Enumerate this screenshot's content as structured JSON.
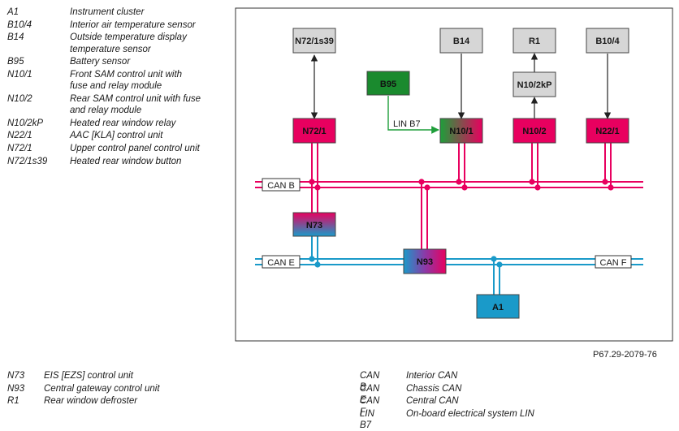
{
  "legend_top": [
    {
      "code": "A1",
      "desc": [
        "Instrument cluster"
      ]
    },
    {
      "code": "B10/4",
      "desc": [
        "Interior air temperature sensor"
      ]
    },
    {
      "code": "B14",
      "desc": [
        "Outside temperature display",
        "temperature sensor"
      ]
    },
    {
      "code": "B95",
      "desc": [
        "Battery sensor"
      ]
    },
    {
      "code": "N10/1",
      "desc": [
        "Front SAM control unit with",
        "fuse and relay module"
      ]
    },
    {
      "code": "N10/2",
      "desc": [
        "Rear SAM control unit with fuse",
        "and relay module"
      ]
    },
    {
      "code": "N10/2kP",
      "desc": [
        "Heated rear window relay"
      ]
    },
    {
      "code": "N22/1",
      "desc": [
        "AAC [KLA] control unit"
      ]
    },
    {
      "code": "N72/1",
      "desc": [
        "Upper control panel control unit"
      ]
    },
    {
      "code": "N72/1s39",
      "desc": [
        "Heated rear window button"
      ]
    }
  ],
  "legend_bottom_left": [
    {
      "code": "N73",
      "desc": [
        "EIS [EZS] control unit"
      ]
    },
    {
      "code": "N93",
      "desc": [
        "Central gateway control unit"
      ]
    },
    {
      "code": "R1",
      "desc": [
        "Rear window defroster"
      ]
    }
  ],
  "legend_bottom_right": [
    {
      "code": "CAN B",
      "desc": [
        "Interior CAN"
      ]
    },
    {
      "code": "CAN E",
      "desc": [
        "Chassis CAN"
      ]
    },
    {
      "code": "CAN F",
      "desc": [
        "Central CAN"
      ]
    },
    {
      "code": "LIN B7",
      "desc": [
        "On-board electrical system LIN"
      ]
    }
  ],
  "figure_ref": "P67.29-2079-76",
  "diagram": {
    "components": {
      "N72_1s39": "N72/1s39",
      "B14": "B14",
      "R1": "R1",
      "B10_4": "B10/4",
      "N10_2kP": "N10/2kP",
      "B95": "B95",
      "N72_1": "N72/1",
      "N10_1": "N10/1",
      "N10_2": "N10/2",
      "N22_1": "N22/1",
      "N73": "N73",
      "N93": "N93",
      "A1": "A1"
    },
    "bus_labels": {
      "can_b": "CAN B",
      "can_e": "CAN E",
      "can_f": "CAN F",
      "lin_b7": "LIN B7"
    },
    "colors": {
      "can_b": "#e8005f",
      "can_e_f": "#1a9ac9",
      "lin": "#1e9e3a",
      "grey_box": "#d6d6d6",
      "b95_box": "#1a8a2e"
    }
  }
}
